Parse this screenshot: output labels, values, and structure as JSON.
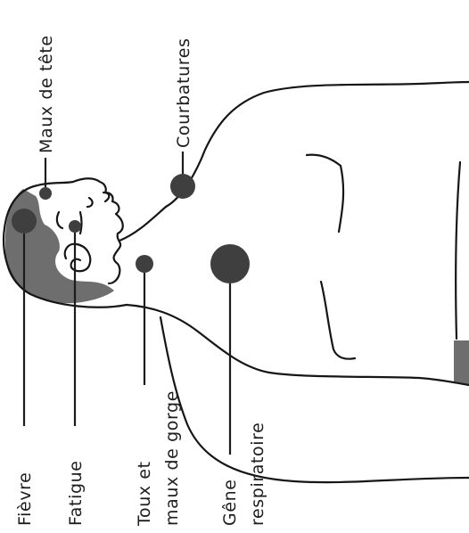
{
  "labels": {
    "fever": "Fièvre",
    "fatigue": "Fatigue",
    "cough_line1": "Toux et",
    "cough_line2": "maux de gorge",
    "breathing_line1": "Gêne",
    "breathing_line2": "respiratoire",
    "headache": "Maux de tête",
    "aches": "Courbatures"
  },
  "colors": {
    "line": "#161616",
    "spot": "#3f3f3f",
    "shade": "#6e6e6e"
  }
}
